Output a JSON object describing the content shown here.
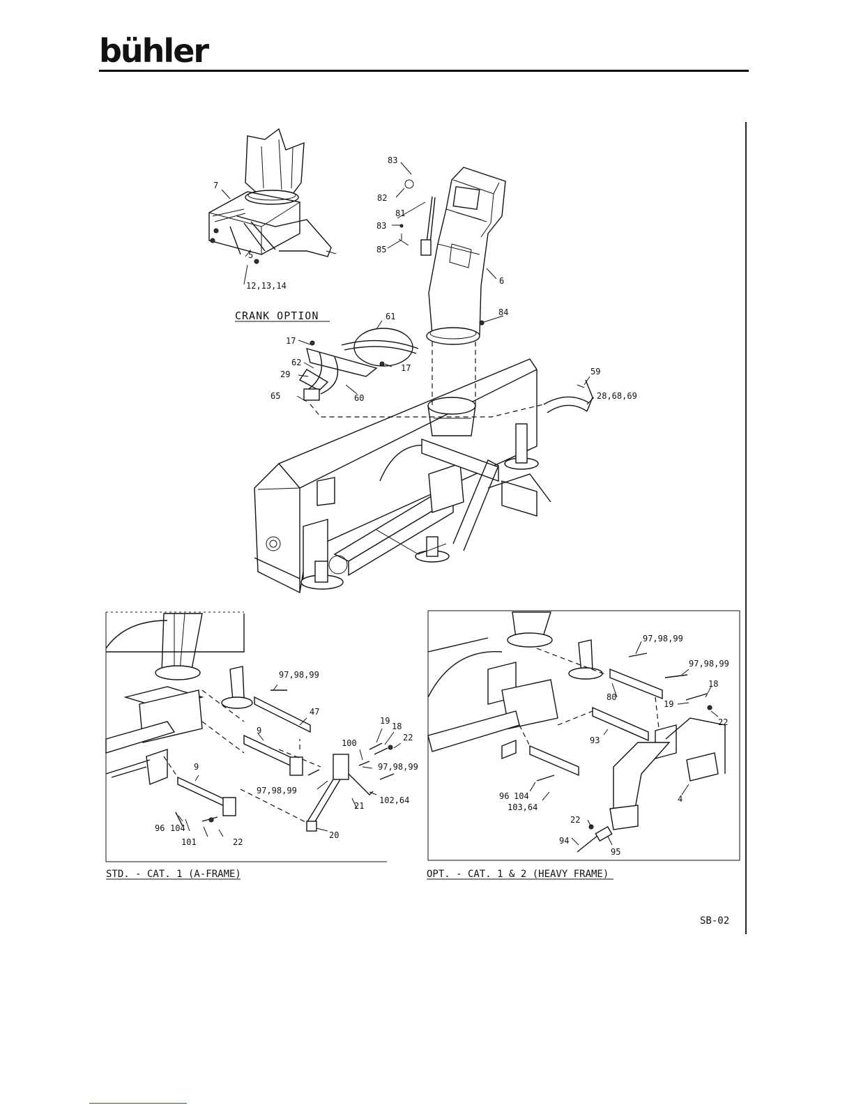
{
  "header": {
    "brand": "bühler"
  },
  "colors": {
    "ink": "#111111",
    "paper": "#ffffff",
    "footer_rule": "#3344aa"
  },
  "sections": {
    "crank_option": "CRANK OPTION",
    "std_frame": "STD. - CAT. 1 (A-FRAME)",
    "opt_frame": "OPT. - CAT. 1 & 2 (HEAVY FRAME)"
  },
  "top_callouts": [
    "7",
    "5",
    "12,13,14",
    "83",
    "82",
    "81",
    "83",
    "85",
    "6",
    "84",
    "61",
    "17",
    "62",
    "29",
    "17",
    "65",
    "60",
    "59",
    "28,68,69"
  ],
  "std_callouts": [
    "97,98,99",
    "47",
    "9",
    "19",
    "18",
    "100",
    "22",
    "97,98,99",
    "97,98,99",
    "9",
    "102,64",
    "21",
    "20",
    "96",
    "104",
    "101",
    "22"
  ],
  "opt_callouts": [
    "97,98,99",
    "97,98,99",
    "18",
    "80",
    "19",
    "22",
    "93",
    "4",
    "96",
    "104",
    "103,64",
    "22",
    "94",
    "95"
  ],
  "page_code": "SB-02"
}
